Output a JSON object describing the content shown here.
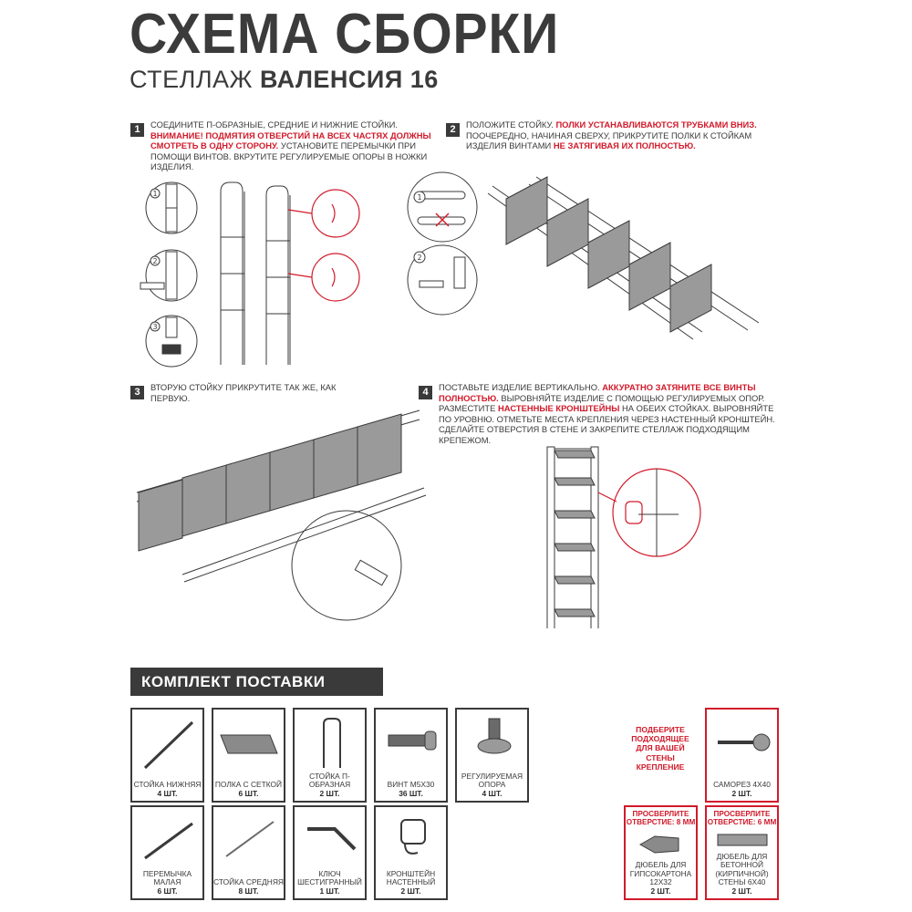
{
  "header": {
    "title": "СХЕМА СБОРКИ",
    "subtitle_prefix": "СТЕЛЛАЖ",
    "subtitle_model": "ВАЛЕНСИЯ 16"
  },
  "steps": [
    {
      "num": "1",
      "p1": "СОЕДИНИТЕ П-ОБРАЗНЫЕ, СРЕДНИЕ И НИЖНИЕ СТОЙКИ.",
      "r1": "ВНИМАНИЕ! ПОДМЯТИЯ ОТВЕРСТИЙ НА ВСЕХ ЧАСТЯХ ДОЛЖНЫ СМОТРЕТЬ В ОДНУ СТОРОНУ.",
      "p2": "УСТАНОВИТЕ ПЕРЕМЫЧКИ ПРИ ПОМОЩИ ВИНТОВ. ВКРУТИТЕ РЕГУЛИРУЕМЫЕ ОПОРЫ В НОЖКИ ИЗДЕЛИЯ."
    },
    {
      "num": "2",
      "p1": "ПОЛОЖИТЕ СТОЙКУ.",
      "r1": "ПОЛКИ УСТАНАВЛИВАЮТСЯ ТРУБКАМИ ВНИЗ.",
      "p2": "ПООЧЕРЕДНО, НАЧИНАЯ СВЕРХУ, ПРИКРУТИТЕ ПОЛКИ К СТОЙКАМ ИЗДЕЛИЯ ВИНТАМИ",
      "r2": "НЕ ЗАТЯГИВАЯ ИХ ПОЛНОСТЬЮ."
    },
    {
      "num": "3",
      "p1": "ВТОРУЮ СТОЙКУ ПРИКРУТИТЕ ТАК ЖЕ, КАК ПЕРВУЮ."
    },
    {
      "num": "4",
      "p1": "ПОСТАВЬТЕ ИЗДЕЛИЕ ВЕРТИКАЛЬНО.",
      "r1": "АККУРАТНО ЗАТЯНИТЕ ВСЕ ВИНТЫ ПОЛНОСТЬЮ.",
      "p2": "ВЫРОВНЯЙТЕ ИЗДЕЛИЕ С ПОМОЩЬЮ РЕГУЛИРУЕМЫХ ОПОР. РАЗМЕСТИТЕ",
      "r2": "НАСТЕННЫЕ КРОНШТЕЙНЫ",
      "p3": "НА ОБЕИХ СТОЙКАХ. ВЫРОВНЯЙТЕ ПО УРОВНЮ. ОТМЕТЬТЕ МЕСТА КРЕПЛЕНИЯ ЧЕРЕЗ НАСТЕННЫЙ КРОНШТЕЙН. СДЕЛАЙТЕ ОТВЕРСТИЯ В СТЕНЕ И ЗАКРЕПИТЕ СТЕЛЛАЖ ПОДХОДЯЩИМ КРЕПЕЖОМ."
    }
  ],
  "markers": [
    "1",
    "2",
    "3"
  ],
  "kit": {
    "title": "КОМПЛЕКТ ПОСТАВКИ",
    "items": [
      {
        "name": "СТОЙКА НИЖНЯЯ",
        "qty": "4 шт.",
        "icon": "bottom-post-icon"
      },
      {
        "name": "ПОЛКА С СЕТКОЙ",
        "qty": "6 шт.",
        "icon": "mesh-shelf-icon"
      },
      {
        "name": "СТОЙКА П-ОБРАЗНАЯ",
        "qty": "2 шт.",
        "icon": "u-post-icon"
      },
      {
        "name": "ВИНТ М5х30",
        "qty": "36 шт.",
        "icon": "screw-icon"
      },
      {
        "name": "РЕГУЛИРУЕМАЯ ОПОРА",
        "qty": "4 шт.",
        "icon": "adjustable-foot-icon"
      },
      {
        "name": "ПЕРЕМЫЧКА МАЛАЯ",
        "qty": "6 шт.",
        "icon": "crossbar-icon"
      },
      {
        "name": "СТОЙКА СРЕДНЯЯ",
        "qty": "8 шт.",
        "icon": "middle-post-icon"
      },
      {
        "name": "КЛЮЧ ШЕСТИГРАННЫЙ",
        "qty": "1 шт.",
        "icon": "hex-key-icon"
      },
      {
        "name": "КРОНШТЕЙН НАСТЕННЫЙ",
        "qty": "2 шт.",
        "icon": "wall-bracket-icon"
      }
    ],
    "pick_note": "ПОДБЕРИТЕ ПОДХОДЯЩЕЕ ДЛЯ ВАШЕЙ СТЕНЫ КРЕПЛЕНИЕ",
    "wall": [
      {
        "name": "САМОРЕЗ 4х40",
        "qty": "2 шт.",
        "icon": "self-tapping-screw-icon"
      },
      {
        "drill": "ПРОСВЕРЛИТЕ ОТВЕРСТИЕ: 8 мм",
        "name": "ДЮБЕЛЬ ДЛЯ ГИПСОКАРТОНА 12х32",
        "qty": "2 шт.",
        "icon": "drywall-anchor-icon"
      },
      {
        "drill": "ПРОСВЕРЛИТЕ ОТВЕРСТИЕ: 6 мм",
        "name": "ДЮБЕЛЬ ДЛЯ БЕТОННОЙ (КИРПИЧНОЙ) СТЕНЫ 6х40",
        "qty": "2 шт.",
        "icon": "concrete-anchor-icon"
      }
    ]
  },
  "colors": {
    "text": "#3a3a3a",
    "accent": "#d11a2a",
    "box": "#3a3a3a"
  }
}
